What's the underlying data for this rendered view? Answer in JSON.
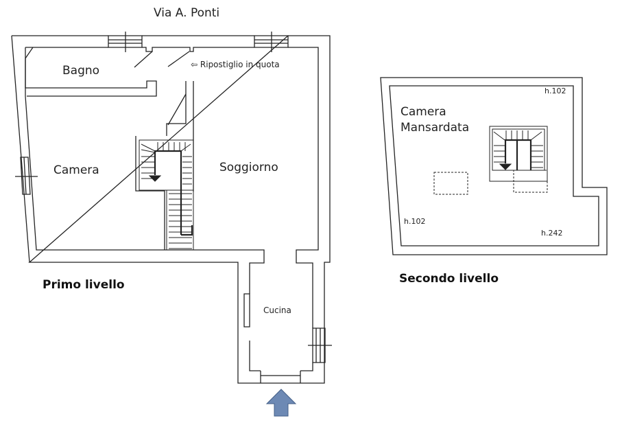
{
  "street": "Via A. Ponti",
  "levels": [
    {
      "title": "Primo livello",
      "rooms": {
        "bagno": "Bagno",
        "ripostiglio": "Ripostiglio in quota",
        "camera": "Camera",
        "soggiorno": "Soggiorno",
        "cucina": "Cucina"
      },
      "ripostiglio_arrow": "⇦"
    },
    {
      "title": "Secondo livello",
      "rooms": {
        "camera_line1": "Camera",
        "camera_line2": "Mansardata"
      },
      "heights": {
        "top_right": "h.102",
        "bottom_left": "h.102",
        "bottom_right": "h.242"
      }
    }
  ],
  "colors": {
    "wall": "#222222",
    "entrance_arrow": "#6d89b4"
  }
}
